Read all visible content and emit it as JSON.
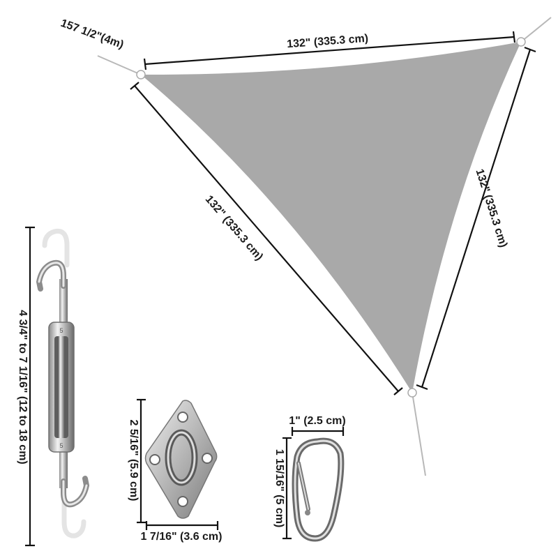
{
  "sail": {
    "color": "#a9a9a9",
    "top_edge_label": "132\" (335.3 cm)",
    "left_edge_label": "132\" (335.3 cm)",
    "right_edge_label": "132\" (335.3 cm)",
    "rope_label": "157 1/2\"(4m)"
  },
  "turnbuckle": {
    "length_label": "4 3/4\" to 7 1/16\" (12 to 18 cm)"
  },
  "pad_eye": {
    "height_label": "2 5/16\" (5.9 cm)",
    "width_label": "1 7/16\" (3.6 cm)"
  },
  "carabiner": {
    "width_label": "1\" (2.5 cm)",
    "height_label": "1 15/16\" (5 cm)"
  },
  "colors": {
    "metal_light": "#e6e6e6",
    "metal_dark": "#6e6e6e",
    "rope": "#b8b8b8"
  }
}
